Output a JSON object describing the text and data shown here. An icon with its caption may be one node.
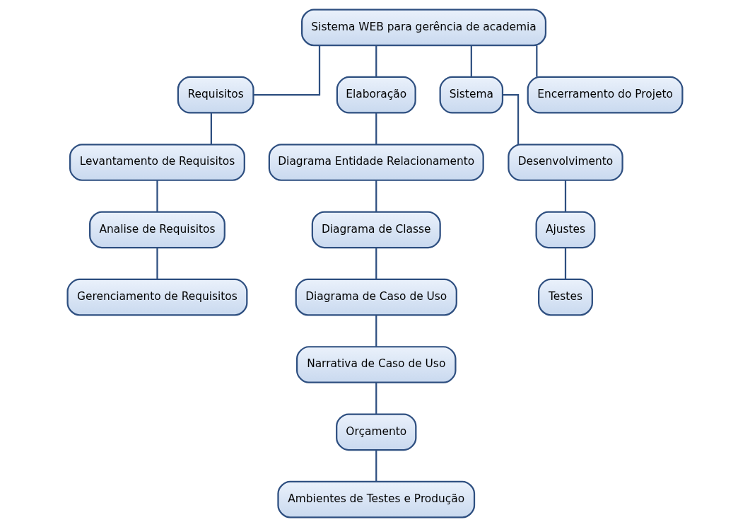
{
  "diagram": {
    "nodes": [
      {
        "text": [
          "Sistema WEB para gerência de academia"
        ]
      },
      {
        "text": [
          "Requisitos"
        ]
      },
      {
        "text": [
          "Elaboração"
        ]
      },
      {
        "text": [
          "Sistema"
        ]
      },
      {
        "text": [
          "Encerramento do Projeto"
        ]
      },
      {
        "text": [
          "Levantamento de Requisitos"
        ]
      },
      {
        "text": [
          "Analise de Requisitos"
        ]
      },
      {
        "text": [
          "Gerenciamento de Requisitos"
        ]
      },
      {
        "text": [
          "Diagrama Entidade Relacionamento"
        ]
      },
      {
        "text": [
          "Diagrama de Classe"
        ]
      },
      {
        "text": [
          "Diagrama de Caso de Uso"
        ]
      },
      {
        "text": [
          "Narrativa de Caso de Uso"
        ]
      },
      {
        "text": [
          "Orçamento"
        ]
      },
      {
        "text": [
          "Ambientes de Testes e Produção"
        ]
      },
      {
        "text": [
          "Desenvolvimento"
        ]
      },
      {
        "text": [
          "Ajustes"
        ]
      },
      {
        "text": [
          "Testes"
        ]
      }
    ],
    "edges": [
      {
        "from": 0,
        "to": 1,
        "arrow": "none"
      },
      {
        "from": 0,
        "to": 2,
        "arrow": "none"
      },
      {
        "from": 0,
        "to": 3,
        "arrow": "none"
      },
      {
        "from": 0,
        "to": 4,
        "arrow": "none"
      },
      {
        "from": 1,
        "to": 5,
        "arrow": "none"
      },
      {
        "from": 5,
        "to": 6,
        "arrow": "none"
      },
      {
        "from": 6,
        "to": 7,
        "arrow": "none"
      },
      {
        "from": 2,
        "to": 8,
        "arrow": "none"
      },
      {
        "from": 8,
        "to": 9,
        "arrow": "none"
      },
      {
        "from": 9,
        "to": 10,
        "arrow": "none"
      },
      {
        "from": 10,
        "to": 11,
        "arrow": "none"
      },
      {
        "from": 11,
        "to": 12,
        "arrow": "none"
      },
      {
        "from": 12,
        "to": 13,
        "arrow": "none"
      },
      {
        "from": 3,
        "to": 14,
        "arrow": "none"
      },
      {
        "from": 14,
        "to": 15,
        "arrow": "none"
      },
      {
        "from": 15,
        "to": 16,
        "arrow": "none"
      }
    ]
  }
}
